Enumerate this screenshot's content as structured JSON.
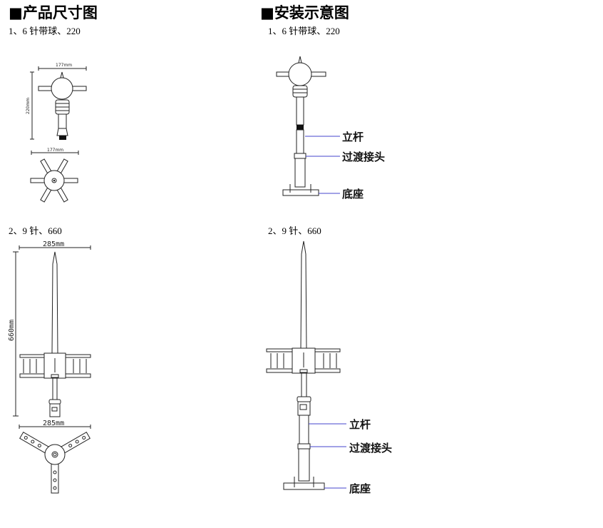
{
  "left_heading": "■产品尺寸图",
  "right_heading": "■安装示意图",
  "section1": {
    "left_caption": "1、6 针带球、220",
    "right_caption": "1、6 针带球、220",
    "width_dim": "177mm",
    "height_dim": "220mm",
    "top_view_dim": "177mm",
    "labels": [
      "立杆",
      "过渡接头",
      "底座"
    ]
  },
  "section2": {
    "left_caption": "2、9 针、660",
    "right_caption": "2、9 针、660",
    "width_dim": "285mm",
    "height_dim": "660mm",
    "top_view_dim": "285mm",
    "labels": [
      "立杆",
      "过渡接头",
      "底座"
    ]
  },
  "colors": {
    "leader_line": "#4444cc"
  }
}
